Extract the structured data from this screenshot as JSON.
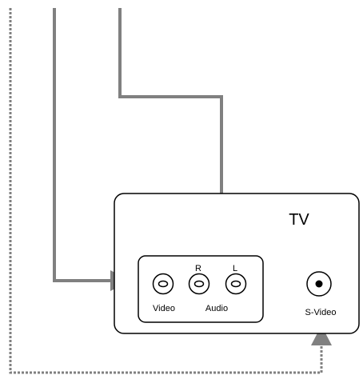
{
  "tv": {
    "title": "TV",
    "channel_right_label": "R",
    "channel_left_label": "L",
    "video_label": "Video",
    "audio_label": "Audio",
    "svideo_label": "S-Video"
  },
  "colors": {
    "cable": "#808080",
    "dotted_cable": "#808080",
    "outline": "#000000",
    "background": "#ffffff"
  }
}
